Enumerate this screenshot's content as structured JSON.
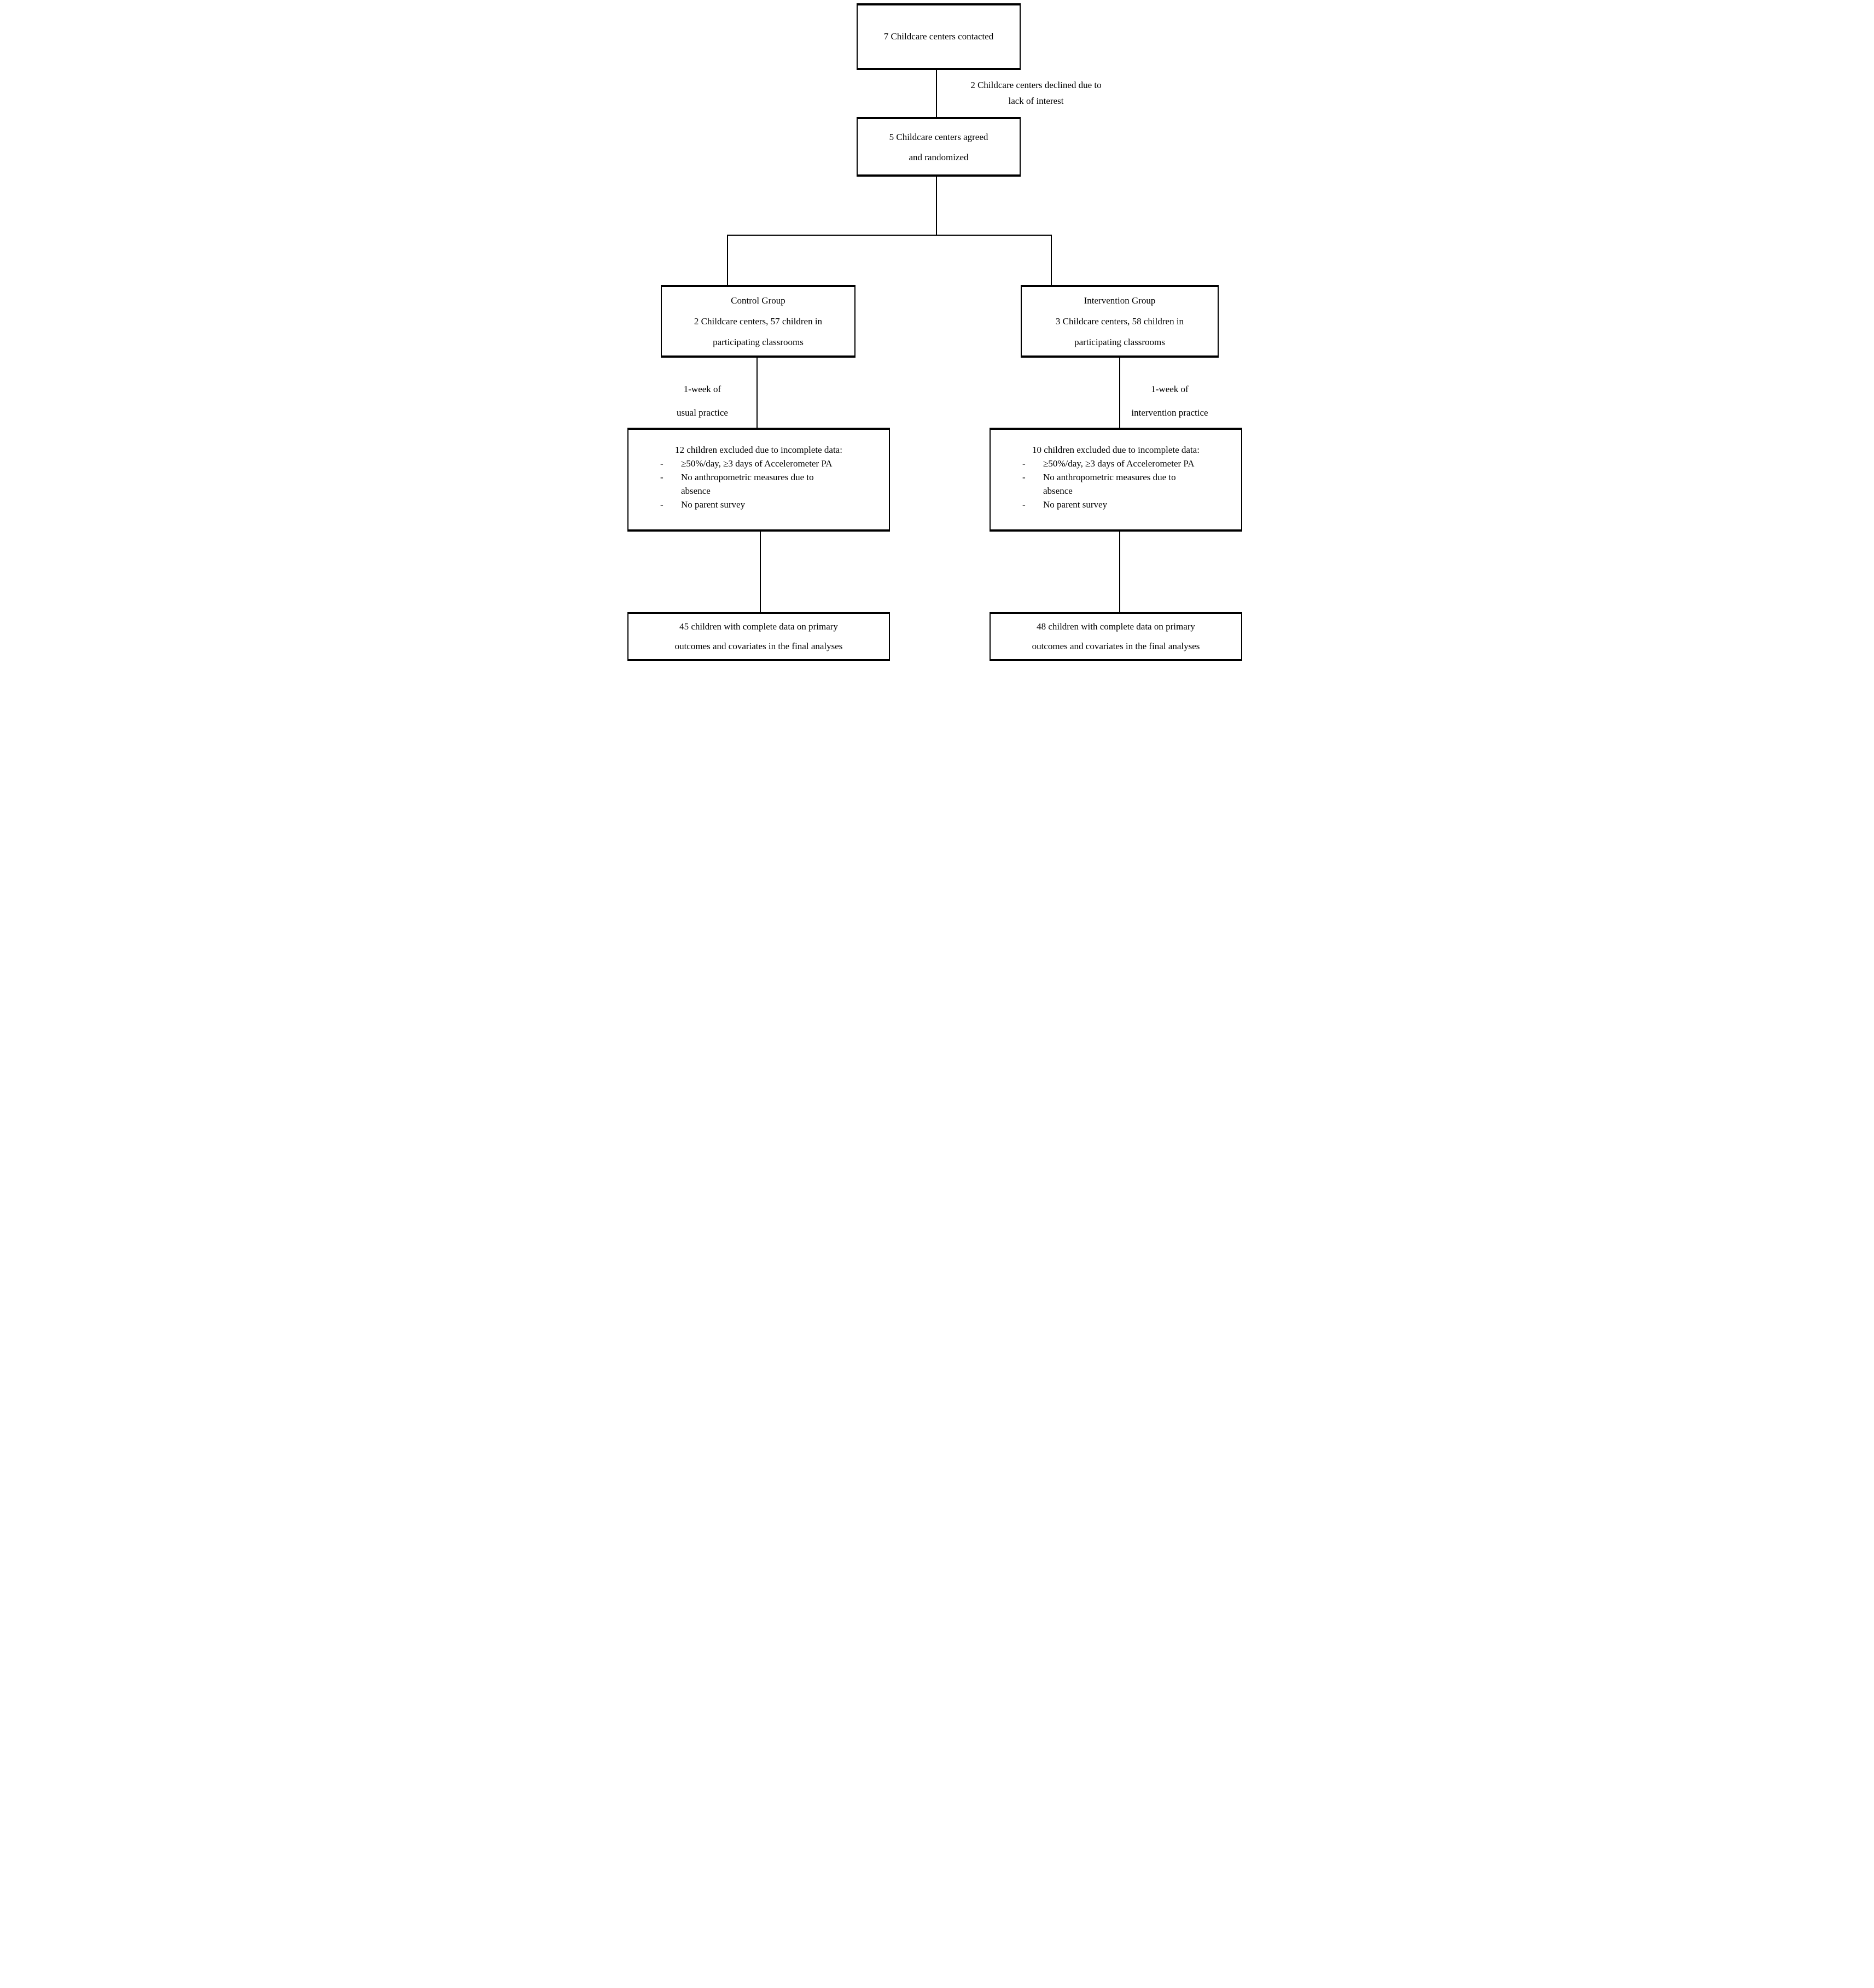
{
  "diagram": {
    "contacted_box": {
      "text": "7 Childcare centers contacted"
    },
    "declined_note": {
      "line1": "2 Childcare centers declined due to",
      "line2": "lack of interest"
    },
    "randomized_box": {
      "line1": "5 Childcare centers agreed",
      "line2": "and randomized"
    },
    "control_box": {
      "line1": "Control Group",
      "line2": "2 Childcare centers, 57 children in",
      "line3": "participating classrooms"
    },
    "intervention_box": {
      "line1": "Intervention Group",
      "line2": "3 Childcare centers, 58 children in",
      "line3": "participating classrooms"
    },
    "control_period_label": {
      "line1": "1-week of",
      "line2": "usual practice"
    },
    "intervention_period_label": {
      "line1": "1-week of",
      "line2": "intervention practice"
    },
    "control_excluded_box": {
      "heading": "12 children excluded due to incomplete data:",
      "bullet1": "≥50%/day, ≥3 days of Accelerometer PA",
      "bullet2_line1": "No anthropometric measures due to",
      "bullet2_line2": "absence",
      "bullet3": "No parent survey"
    },
    "intervention_excluded_box": {
      "heading": "10 children excluded due to incomplete data:",
      "bullet1": "≥50%/day, ≥3 days of Accelerometer PA",
      "bullet2_line1": "No anthropometric measures due to",
      "bullet2_line2": "absence",
      "bullet3": "No parent survey"
    },
    "control_final_box": {
      "line1": "45 children with complete data on primary",
      "line2": "outcomes and covariates in the final analyses"
    },
    "intervention_final_box": {
      "line1": "48 children with complete data on primary",
      "line2": "outcomes and covariates in the final analyses"
    }
  }
}
